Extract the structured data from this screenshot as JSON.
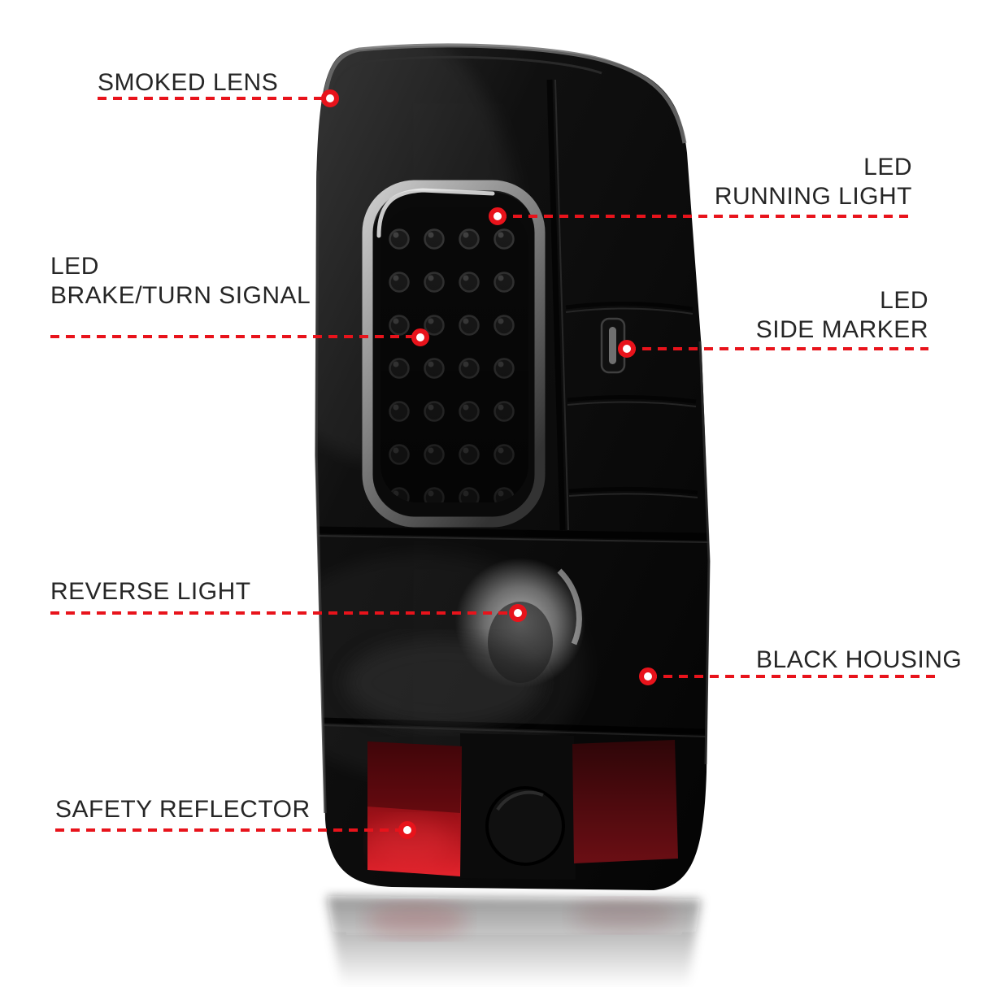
{
  "colors": {
    "callout_red": "#e8131b",
    "label_text": "#262626",
    "reflector_red": "#c0161d",
    "housing_black": "#0a0a0a"
  },
  "callouts": [
    {
      "name": "smoked-lens",
      "lines": [
        "SMOKED LENS"
      ]
    },
    {
      "name": "led-running-light",
      "lines": [
        "LED",
        "RUNNING LIGHT"
      ]
    },
    {
      "name": "led-brake-turn-signal",
      "lines": [
        "LED",
        "BRAKE/TURN SIGNAL"
      ]
    },
    {
      "name": "led-side-marker",
      "lines": [
        "LED",
        "SIDE MARKER"
      ]
    },
    {
      "name": "reverse-light",
      "lines": [
        "REVERSE LIGHT"
      ]
    },
    {
      "name": "black-housing",
      "lines": [
        "BLACK HOUSING"
      ]
    },
    {
      "name": "safety-reflector",
      "lines": [
        "SAFETY REFLECTOR"
      ]
    }
  ]
}
